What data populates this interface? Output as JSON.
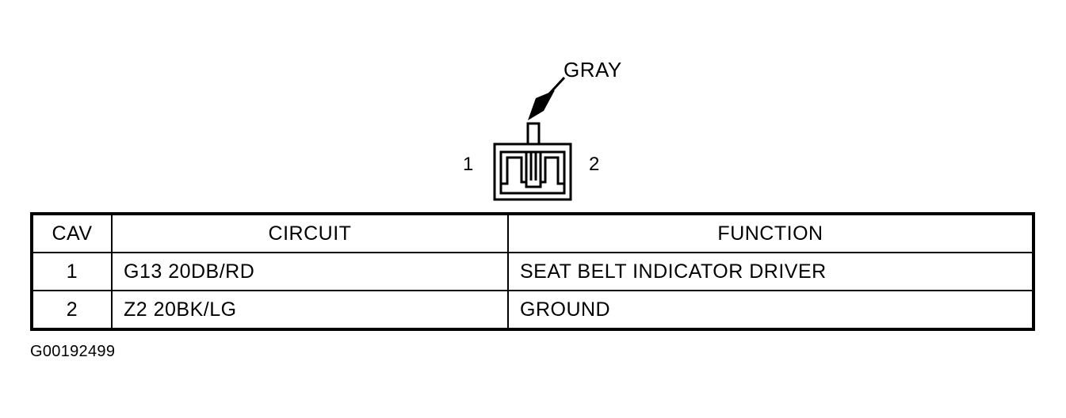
{
  "connector": {
    "color_label": "GRAY",
    "pin_left": "1",
    "pin_right": "2"
  },
  "table": {
    "headers": [
      "CAV",
      "CIRCUIT",
      "FUNCTION"
    ],
    "rows": [
      {
        "cav": "1",
        "circuit": "G13 20DB/RD",
        "function": "SEAT BELT INDICATOR DRIVER"
      },
      {
        "cav": "2",
        "circuit": "Z2 20BK/LG",
        "function": "GROUND"
      }
    ]
  },
  "figure_id": "G00192499"
}
